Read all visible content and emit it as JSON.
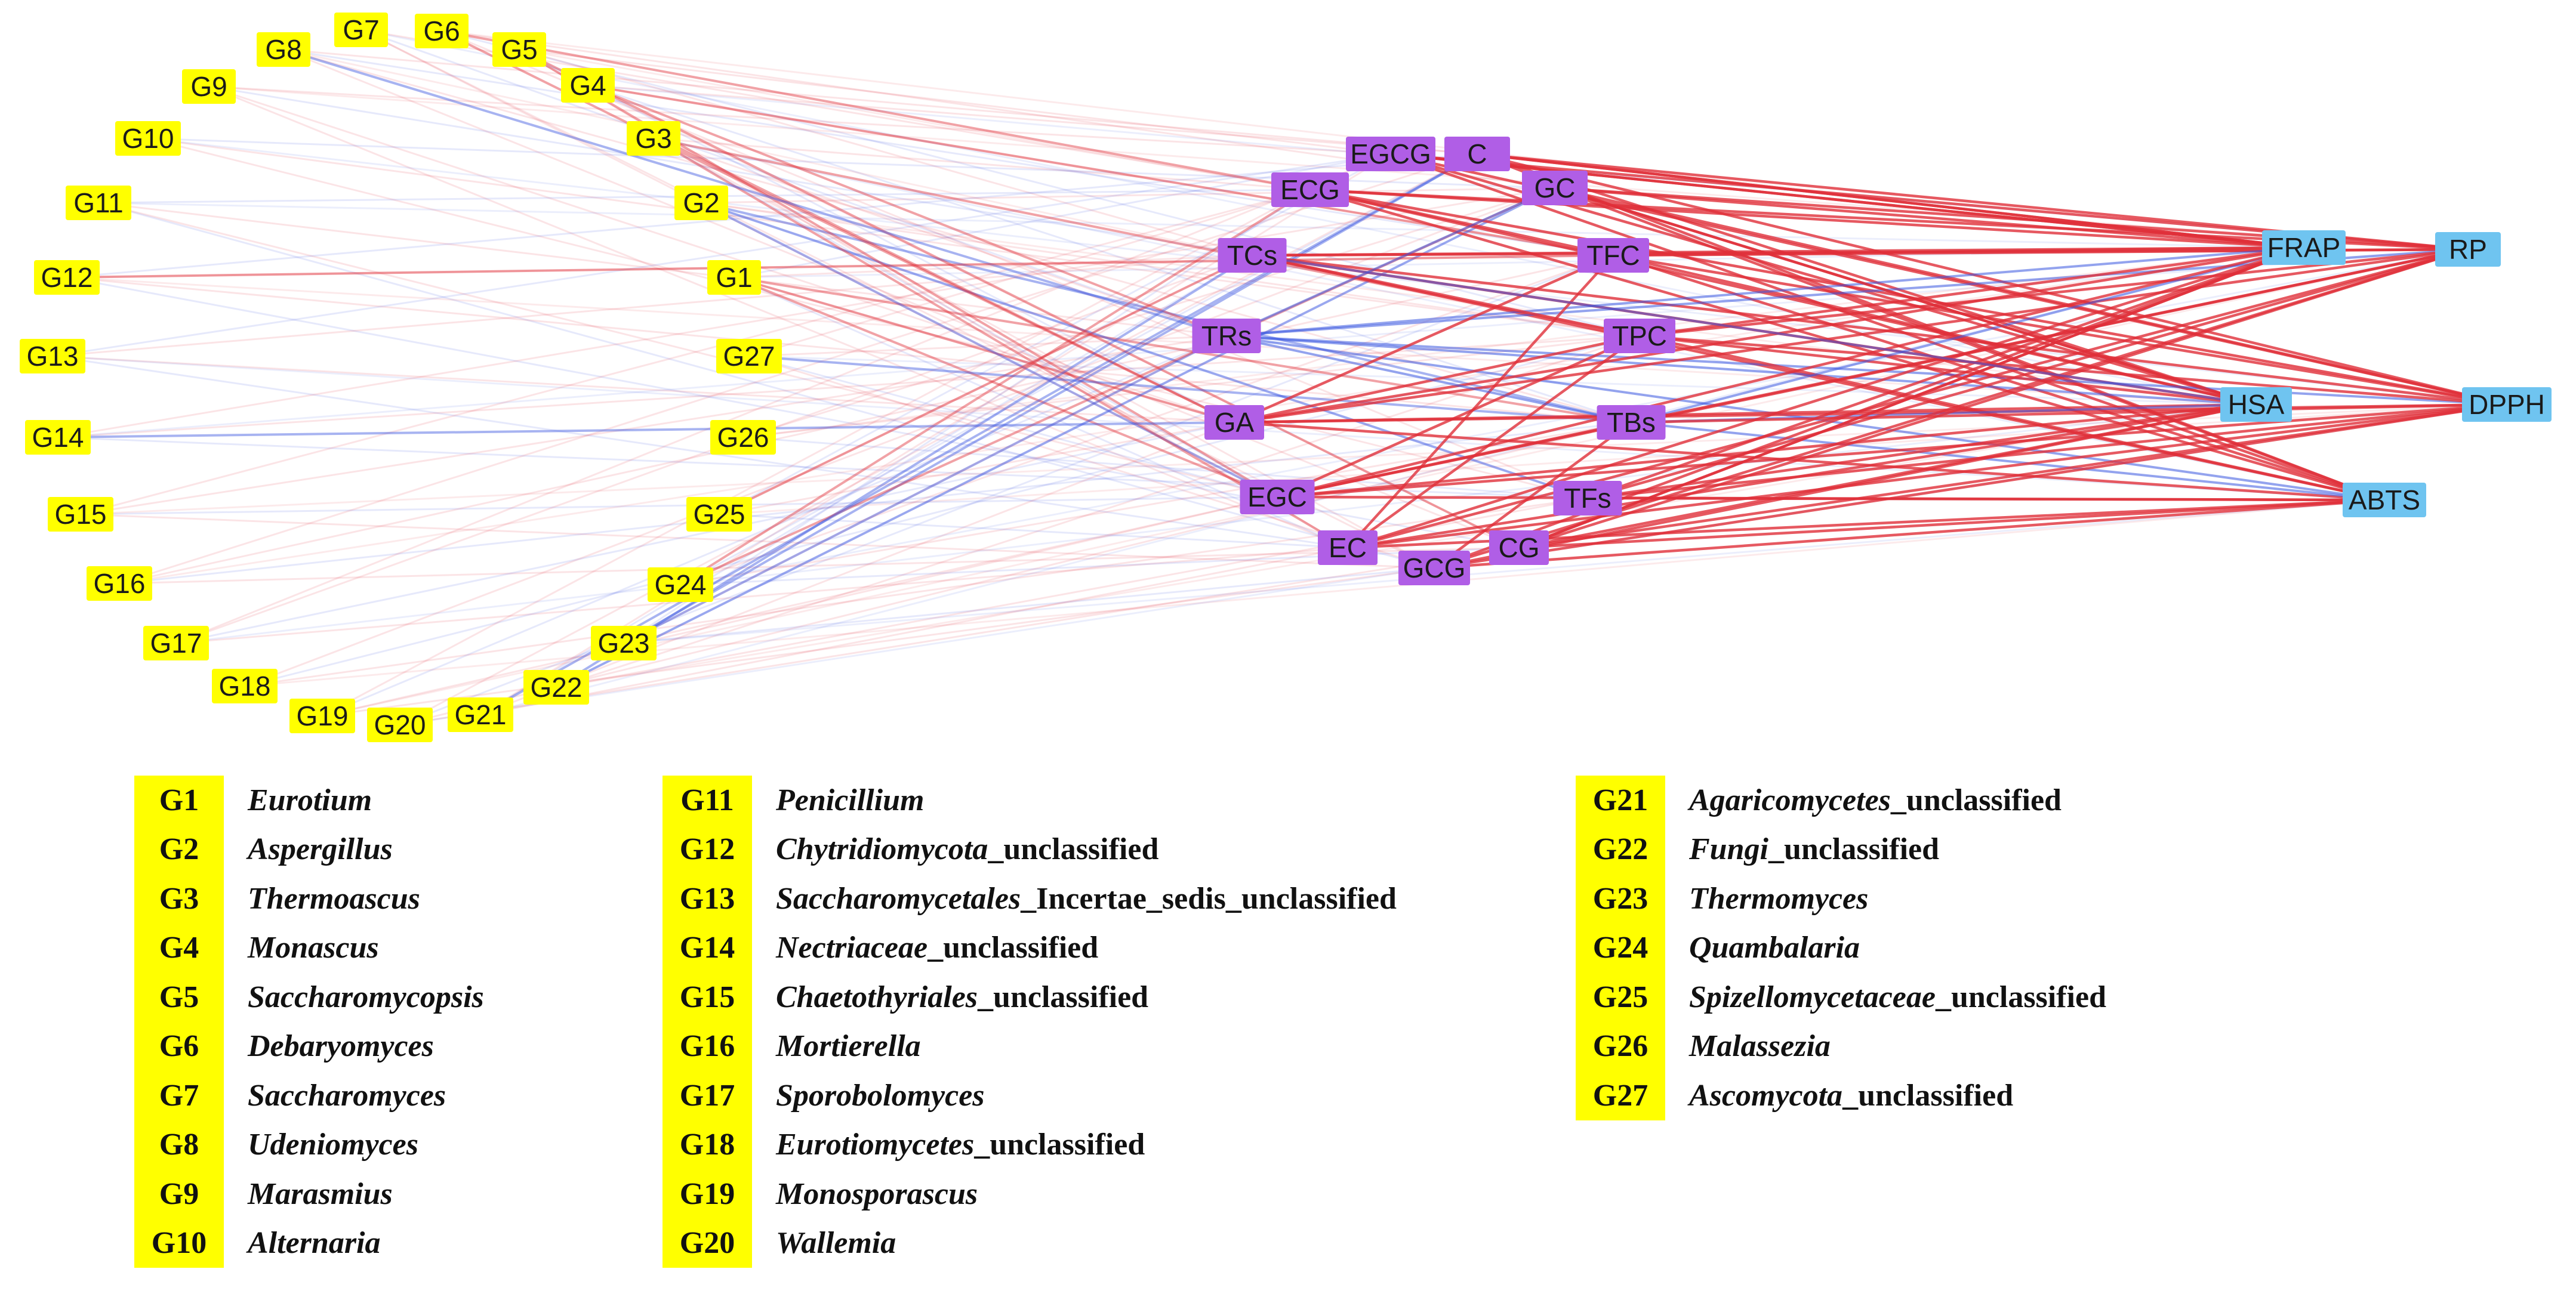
{
  "colors": {
    "genus_node": "#ffff00",
    "compound_node": "#b05ee6",
    "activity_node": "#6fc4f0",
    "positive_edge": "#e0303a",
    "negative_edge": "#3b57e0"
  },
  "nodes": {
    "genus": [
      "G1",
      "G2",
      "G3",
      "G4",
      "G5",
      "G6",
      "G7",
      "G8",
      "G9",
      "G10",
      "G11",
      "G12",
      "G13",
      "G14",
      "G15",
      "G16",
      "G17",
      "G18",
      "G19",
      "G20",
      "G21",
      "G22",
      "G23",
      "G24",
      "G25",
      "G26",
      "G27"
    ],
    "compound": [
      "EGCG",
      "C",
      "ECG",
      "GC",
      "TCs",
      "TFC",
      "TRs",
      "TPC",
      "GA",
      "TBs",
      "EGC",
      "TFs",
      "EC",
      "CG",
      "GCG"
    ],
    "activity": [
      "FRAP",
      "RP",
      "HSA",
      "DPPH",
      "ABTS"
    ]
  },
  "legend": {
    "col1": [
      {
        "id": "G1",
        "name": "Eurotium",
        "suffix": ""
      },
      {
        "id": "G2",
        "name": "Aspergillus",
        "suffix": ""
      },
      {
        "id": "G3",
        "name": "Thermoascus",
        "suffix": ""
      },
      {
        "id": "G4",
        "name": "Monascus",
        "suffix": ""
      },
      {
        "id": "G5",
        "name": "Saccharomycopsis",
        "suffix": ""
      },
      {
        "id": "G6",
        "name": "Debaryomyces",
        "suffix": ""
      },
      {
        "id": "G7",
        "name": "Saccharomyces",
        "suffix": ""
      },
      {
        "id": "G8",
        "name": "Udeniomyces",
        "suffix": ""
      },
      {
        "id": "G9",
        "name": "Marasmius",
        "suffix": ""
      },
      {
        "id": "G10",
        "name": "Alternaria",
        "suffix": ""
      }
    ],
    "col2": [
      {
        "id": "G11",
        "name": "Penicillium",
        "suffix": ""
      },
      {
        "id": "G12",
        "name": "Chytridiomycota",
        "suffix": "_unclassified"
      },
      {
        "id": "G13",
        "name": "Saccharomycetales",
        "suffix": "_Incertae_sedis_unclassified"
      },
      {
        "id": "G14",
        "name": "Nectriaceae",
        "suffix": "_unclassified"
      },
      {
        "id": "G15",
        "name": "Chaetothyriales",
        "suffix": "_unclassified"
      },
      {
        "id": "G16",
        "name": "Mortierella",
        "suffix": ""
      },
      {
        "id": "G17",
        "name": "Sporobolomyces",
        "suffix": ""
      },
      {
        "id": "G18",
        "name": "Eurotiomycetes",
        "suffix": "_unclassified"
      },
      {
        "id": "G19",
        "name": "Monosporascus",
        "suffix": ""
      },
      {
        "id": "G20",
        "name": "Wallemia",
        "suffix": ""
      }
    ],
    "col3": [
      {
        "id": "G21",
        "name": "Agaricomycetes",
        "suffix": "_unclassified"
      },
      {
        "id": "G22",
        "name": "Fungi",
        "suffix": "_unclassified"
      },
      {
        "id": "G23",
        "name": "Thermomyces",
        "suffix": ""
      },
      {
        "id": "G24",
        "name": "Quambalaria",
        "suffix": ""
      },
      {
        "id": "G25",
        "name": "Spizellomycetaceae",
        "suffix": "_unclassified"
      },
      {
        "id": "G26",
        "name": "Malassezia",
        "suffix": ""
      },
      {
        "id": "G27",
        "name": "Ascomycota",
        "suffix": "_unclassified"
      }
    ]
  }
}
